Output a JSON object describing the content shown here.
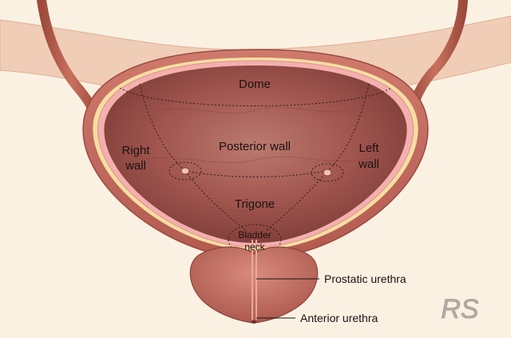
{
  "diagram": {
    "labels": {
      "dome": "Dome",
      "posterior_wall": "Posterior wall",
      "right_wall_line1": "Right",
      "right_wall_line2": "wall",
      "left_wall_line1": "Left",
      "left_wall_line2": "wall",
      "trigone": "Trigone",
      "bladder_neck_line1": "Bladder",
      "bladder_neck_line2": "neck",
      "prostatic_urethra": "Prostatic urethra",
      "anterior_urethra": "Anterior urethra"
    },
    "watermark": "RS",
    "colors": {
      "background": "#fbf1e3",
      "peritoneum": "#efcfb8",
      "ureter": "#b85a48",
      "muscle_wall": "#c46a5e",
      "mucosa_lining": "#f5b6b4",
      "fat_layer": "#f6e6a8",
      "lumen": "#a86058",
      "prostate": "#c87266"
    }
  }
}
